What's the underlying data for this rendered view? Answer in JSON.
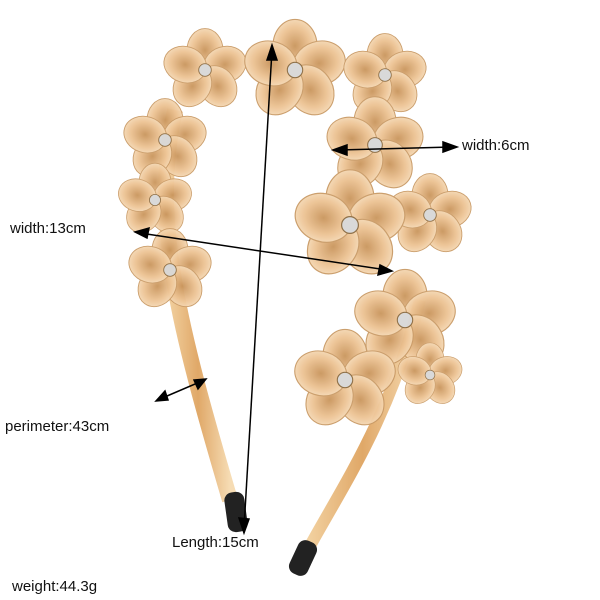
{
  "labels": {
    "width_small": "width:6cm",
    "width_large": "width:13cm",
    "perimeter": "perimeter:43cm",
    "length": "Length:15cm",
    "weight": "weight:44.3g"
  },
  "colors": {
    "gold": "#e8b878",
    "gold_dark": "#b98a55",
    "tip": "#222222",
    "arrow": "#000000"
  }
}
